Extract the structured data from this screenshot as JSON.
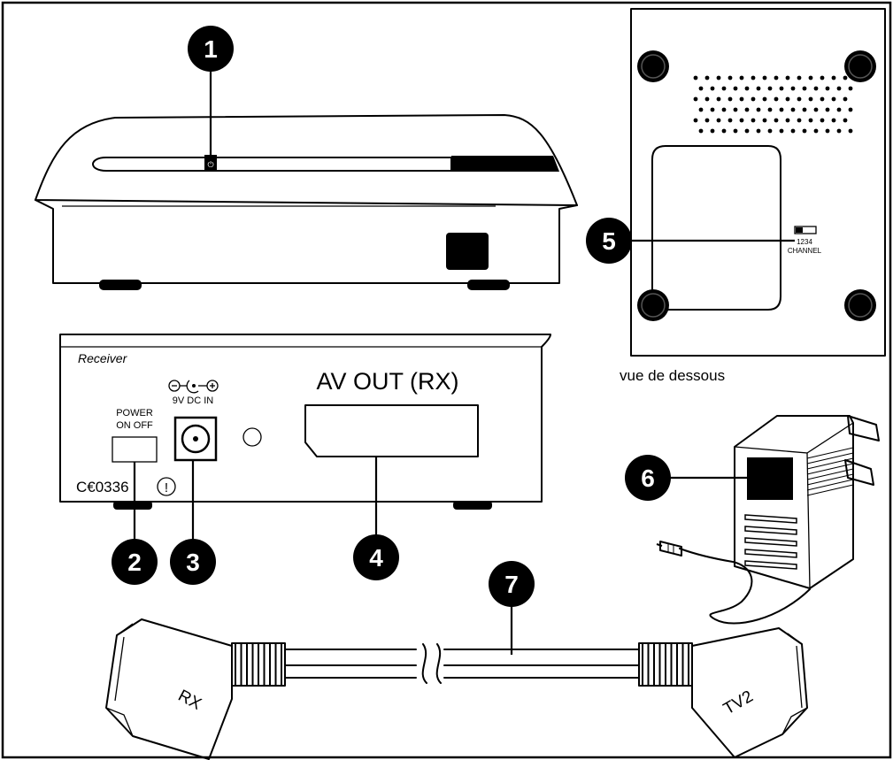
{
  "callouts": [
    "1",
    "2",
    "3",
    "4",
    "5",
    "6",
    "7"
  ],
  "labels": {
    "receiver": "Receiver",
    "power": "POWER",
    "on_off": "ON OFF",
    "dc_in": "9V DC IN",
    "av_out": "AV OUT (RX)",
    "ce_mark": "C€0336",
    "alert_symbol": "!",
    "vue_de_dessous": "vue de dessous",
    "channel_numbers": "1234",
    "channel": "CHANNEL",
    "rx": "RX",
    "tv2": "TV2"
  },
  "icons": {
    "power_led": "power-symbol-icon",
    "polarity": "dc-polarity-icon"
  }
}
